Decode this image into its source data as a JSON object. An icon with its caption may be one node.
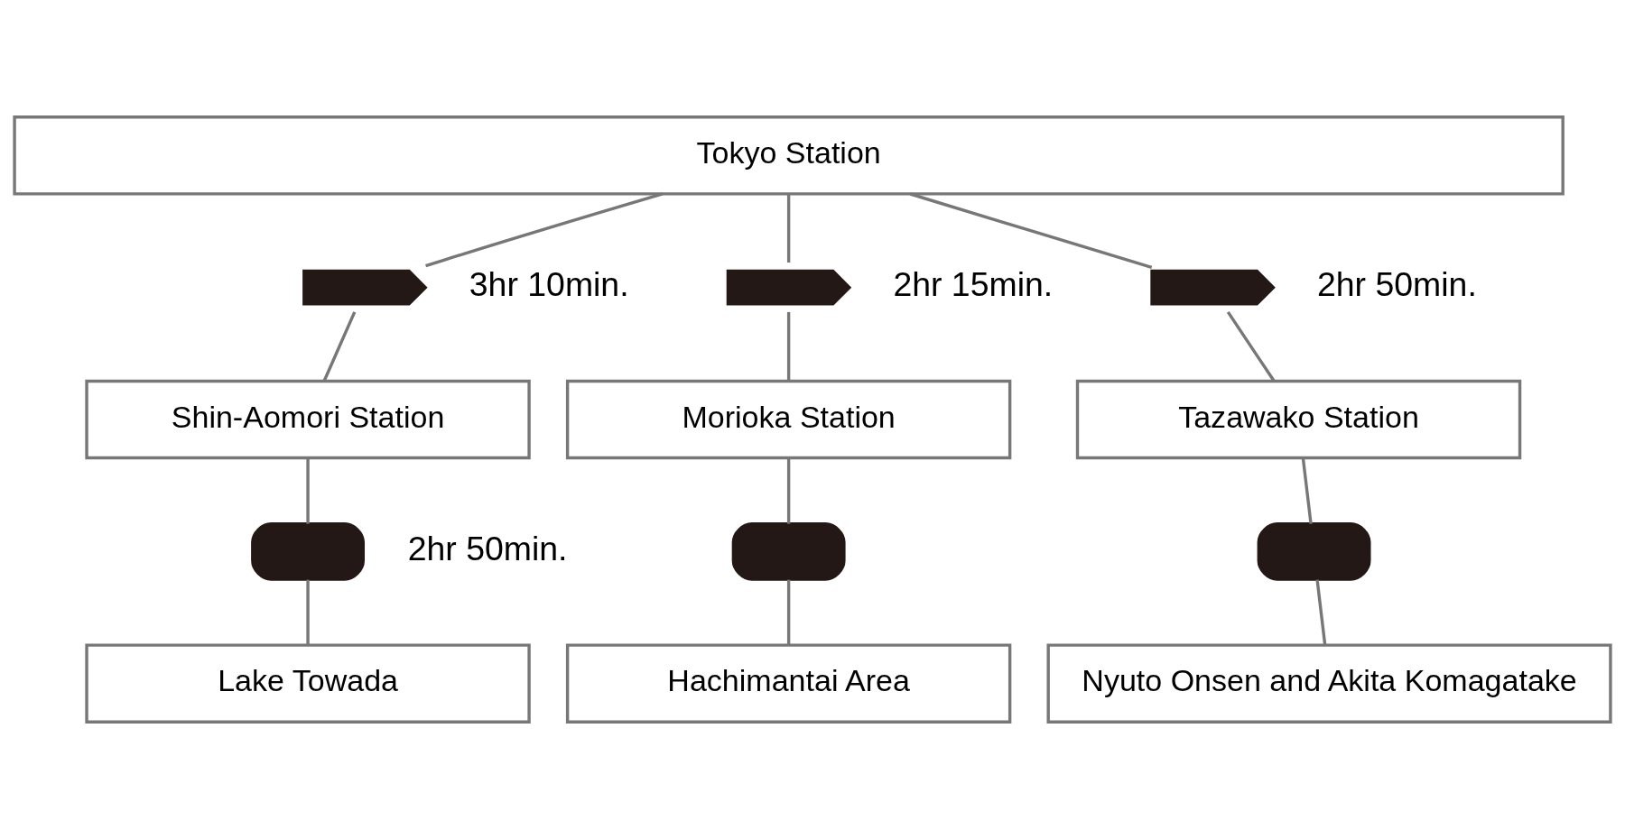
{
  "diagram": {
    "nodes": [
      {
        "text": [
          "Tokyo Station"
        ]
      },
      {
        "text": [],
        "shape": "train",
        "beside": [
          "3hr 10min."
        ]
      },
      {
        "text": [],
        "shape": "train",
        "beside": [
          "2hr 15min."
        ]
      },
      {
        "text": [],
        "shape": "train",
        "beside": [
          "2hr 50min."
        ]
      },
      {
        "text": [
          "Shin-Aomori Station"
        ]
      },
      {
        "text": [
          "Morioka Station"
        ]
      },
      {
        "text": [
          "Tazawako Station"
        ]
      },
      {
        "text": [],
        "shape": "bus",
        "beside": [
          "2hr 50min."
        ]
      },
      {
        "text": [],
        "shape": "bus"
      },
      {
        "text": [],
        "shape": "bus"
      },
      {
        "text": [
          "Lake Towada"
        ]
      },
      {
        "text": [
          "Hachimantai Area"
        ]
      },
      {
        "text": [
          "Nyuto Onsen and Akita Komagatake"
        ]
      }
    ],
    "edges": [
      {
        "from": 0,
        "to": 1,
        "arrow": "none"
      },
      {
        "from": 1,
        "to": 4,
        "arrow": "none"
      },
      {
        "from": 0,
        "to": 2,
        "arrow": "none"
      },
      {
        "from": 2,
        "to": 5,
        "arrow": "none"
      },
      {
        "from": 0,
        "to": 3,
        "arrow": "none"
      },
      {
        "from": 3,
        "to": 6,
        "arrow": "none"
      },
      {
        "from": 4,
        "to": 7,
        "arrow": "none"
      },
      {
        "from": 7,
        "to": 10,
        "arrow": "none"
      },
      {
        "from": 5,
        "to": 8,
        "arrow": "none"
      },
      {
        "from": 8,
        "to": 11,
        "arrow": "none"
      },
      {
        "from": 6,
        "to": 9,
        "arrow": "none"
      },
      {
        "from": 9,
        "to": 12,
        "arrow": "none"
      }
    ]
  }
}
